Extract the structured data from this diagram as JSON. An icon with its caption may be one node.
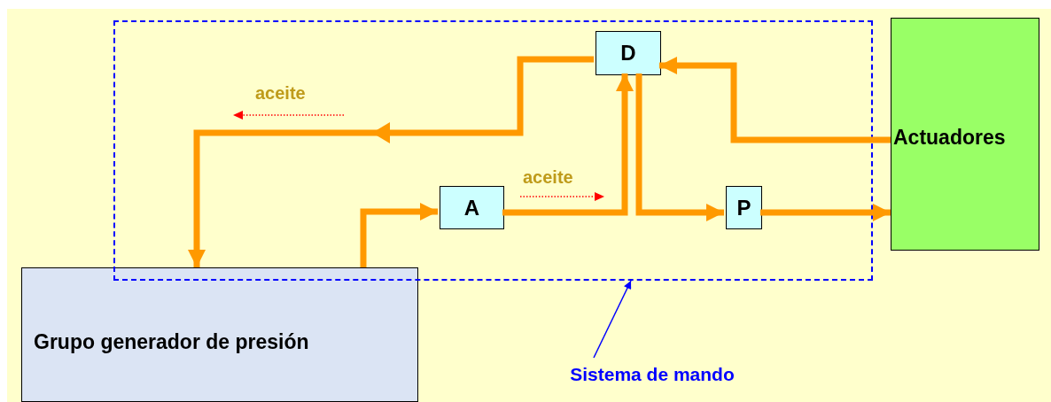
{
  "diagram": {
    "nodes": [
      {
        "text": [
          "Grupo generador de presión"
        ]
      },
      {
        "text": [],
        "shape": "box"
      },
      {
        "text": [
          "D"
        ],
        "in": 1
      },
      {
        "text": [
          "A"
        ],
        "in": 1
      },
      {
        "text": [
          "P"
        ],
        "in": 1
      },
      {
        "text": [
          "Actuadores"
        ]
      },
      {
        "text": [
          "Sistema de mando"
        ]
      }
    ],
    "edges": [
      {
        "from": 0,
        "to": 3,
        "arrow": "to"
      },
      {
        "from": 3,
        "to": 2,
        "arrow": "to"
      },
      {
        "from": 2,
        "to": 4,
        "arrow": "to"
      },
      {
        "from": 4,
        "to": 5,
        "arrow": "to"
      },
      {
        "from": 5,
        "to": 2,
        "arrow": "to"
      },
      {
        "from": 2,
        "to": 0,
        "arrow": "to"
      },
      {
        "from": 6,
        "to": 1,
        "arrow": "to",
        "color": "#0000ff"
      }
    ],
    "labels": [
      "aceite",
      "aceite"
    ]
  }
}
